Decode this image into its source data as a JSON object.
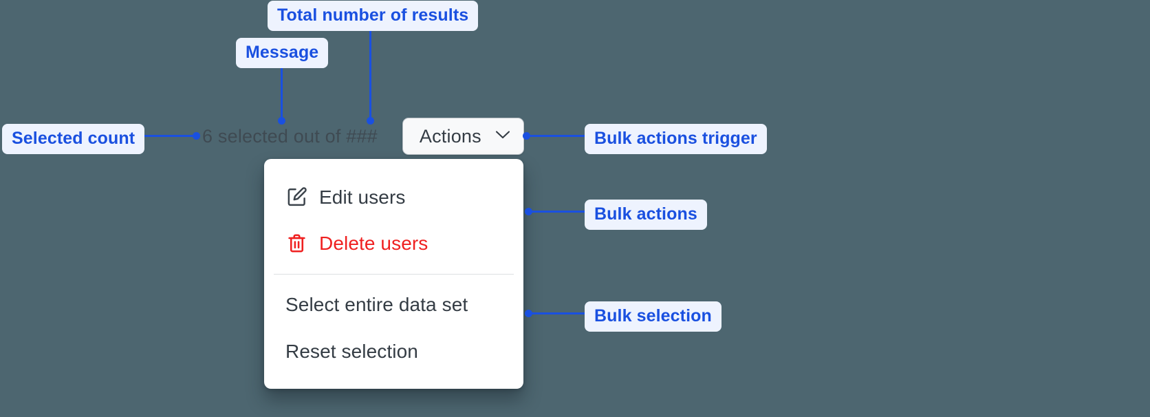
{
  "background_color": "#4d6670",
  "accent_color": "#1a50e0",
  "callout_bg": "#eef3fe",
  "danger_color": "#ef2020",
  "toolbar": {
    "selected_count": "6",
    "message": "selected out of",
    "total_results": "###",
    "full_message": "6 selected out of ###",
    "actions_button_label": "Actions",
    "chevron_icon": "chevron-down-icon"
  },
  "menu": {
    "items": [
      {
        "label": "Edit users",
        "icon": "edit-pencil-icon",
        "style": "default"
      },
      {
        "label": "Delete users",
        "icon": "trash-icon",
        "style": "danger"
      }
    ],
    "selection_items": [
      {
        "label": "Select entire data set"
      },
      {
        "label": "Reset selection"
      }
    ]
  },
  "annotations": [
    {
      "id": "total-results",
      "label": "Total number of results"
    },
    {
      "id": "message",
      "label": "Message"
    },
    {
      "id": "selected-count",
      "label": "Selected count"
    },
    {
      "id": "bulk-actions-trigger",
      "label": "Bulk actions trigger"
    },
    {
      "id": "bulk-actions",
      "label": "Bulk actions"
    },
    {
      "id": "bulk-selection",
      "label": "Bulk selection"
    }
  ]
}
